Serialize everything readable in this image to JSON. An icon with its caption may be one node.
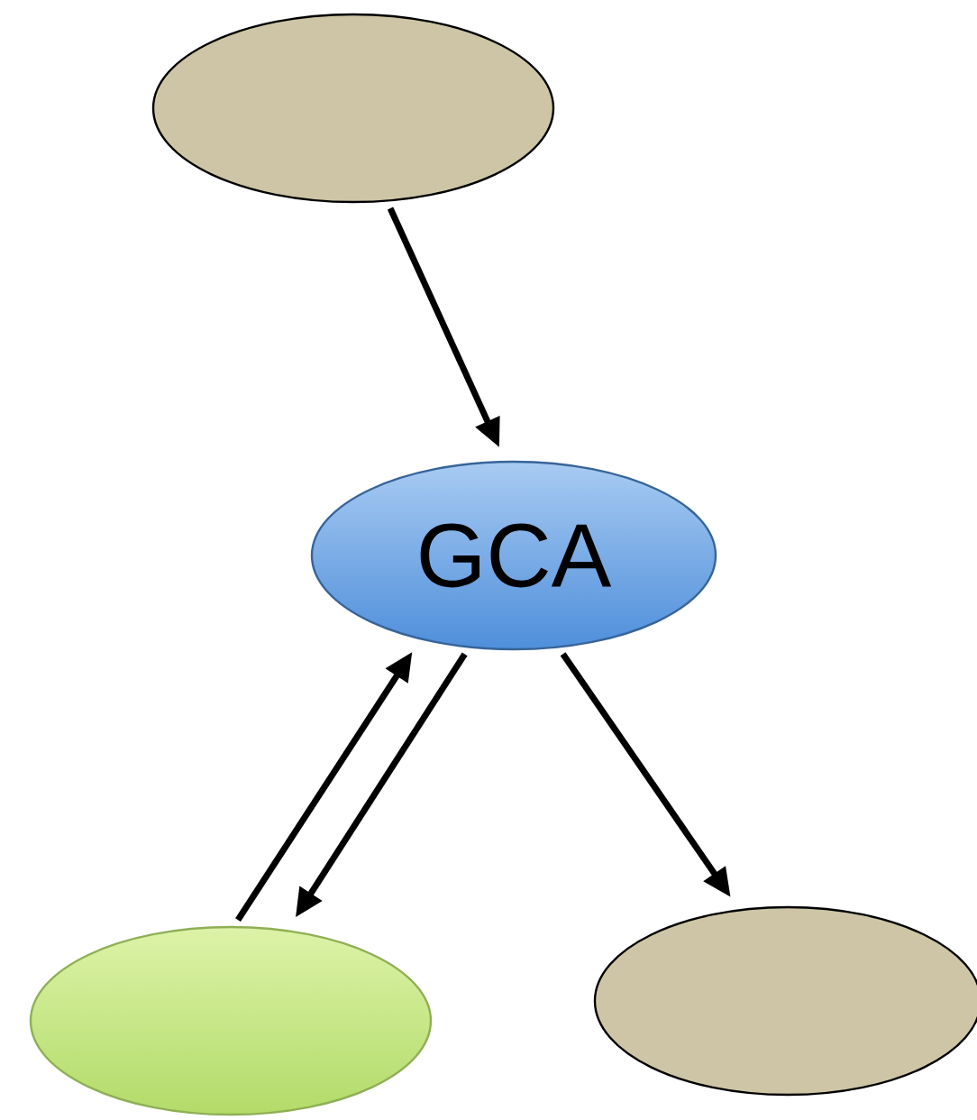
{
  "diagram": {
    "nodes": [
      {
        "text": [],
        "shape": "ellipse"
      },
      {
        "text": [
          "GCA"
        ]
      },
      {
        "text": [],
        "shape": "ellipse"
      },
      {
        "text": [],
        "shape": "ellipse"
      }
    ],
    "edges": [
      {
        "from": 0,
        "to": 1,
        "arrow": "to"
      },
      {
        "from": 2,
        "to": 1,
        "arrow": "to"
      },
      {
        "from": 1,
        "to": 2,
        "arrow": "to"
      },
      {
        "from": 1,
        "to": 3,
        "arrow": "to"
      }
    ]
  }
}
